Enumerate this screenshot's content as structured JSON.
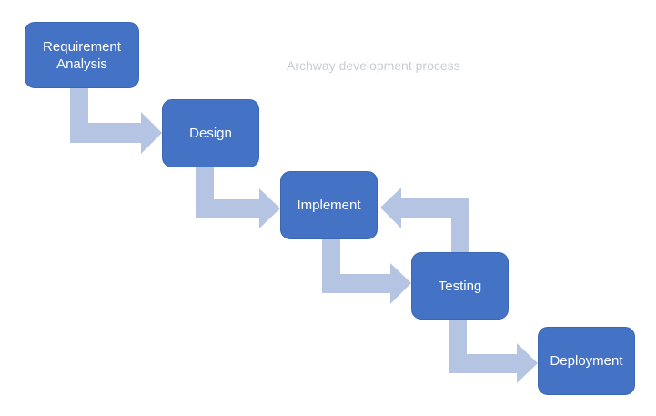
{
  "diagram": {
    "caption": "Archway development process",
    "steps": [
      {
        "label": "Requirement Analysis"
      },
      {
        "label": "Design"
      },
      {
        "label": "Implement"
      },
      {
        "label": "Testing"
      },
      {
        "label": "Deployment"
      }
    ],
    "colors": {
      "box_fill": "#4472c4",
      "arrow_fill": "#b4c4e2",
      "caption_text": "#c9cdd3"
    }
  }
}
